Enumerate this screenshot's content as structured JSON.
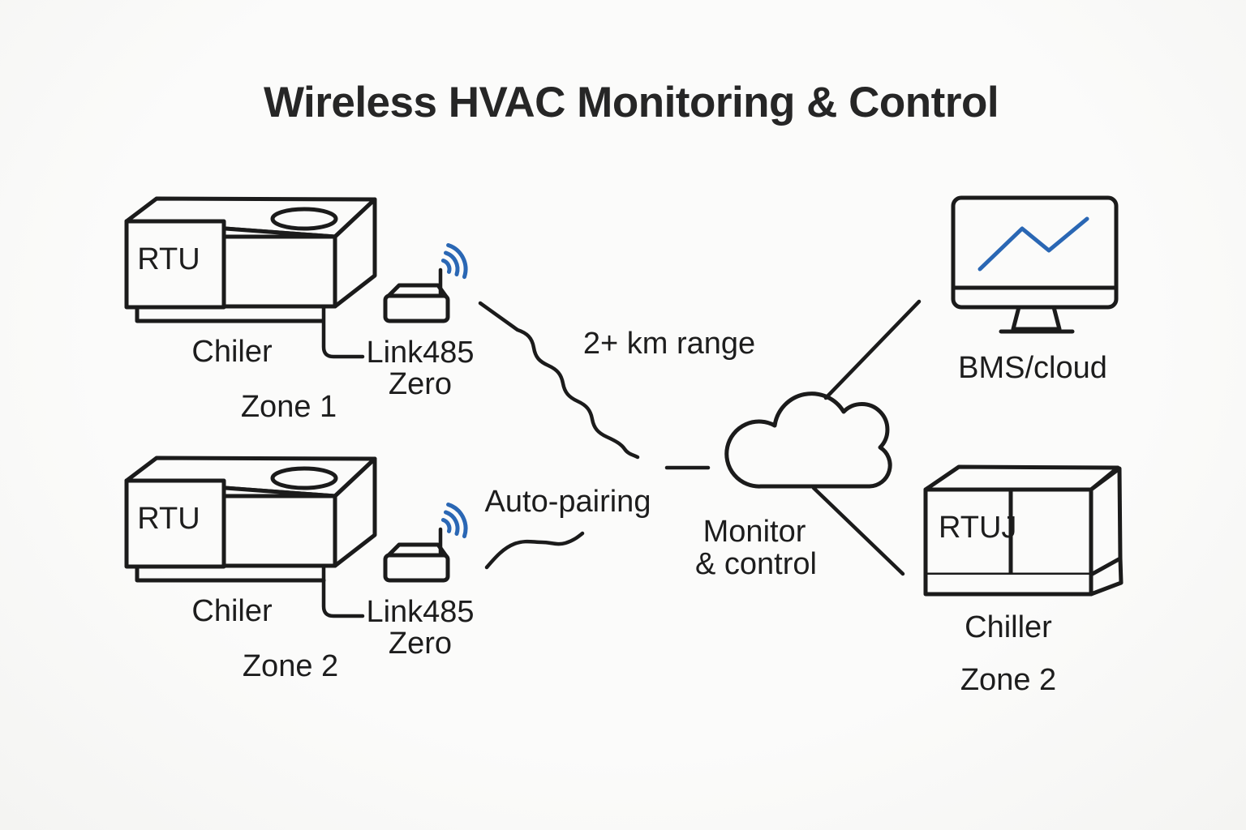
{
  "title": "Wireless HVAC Monitoring & Control",
  "colors": {
    "ink": "#1b1b1b",
    "accent_blue": "#2a67b4",
    "background": "#f9f9f7"
  },
  "icons": {
    "wifi": "wifi-arcs-icon",
    "cloud": "cloud-icon",
    "monitor": "desktop-monitor-icon",
    "chart": "line-chart-icon",
    "hvac_unit": "rooftop-unit-icon",
    "gateway": "gateway-box-icon"
  },
  "zone1": {
    "rtu_label": "RTU",
    "unit_label": "Chiler",
    "zone_label": "Zone 1",
    "device_label_line1": "Link485",
    "device_label_line2": "Zero"
  },
  "zone2": {
    "rtu_label": "RTU",
    "unit_label": "Chiler",
    "zone_label": "Zone 2",
    "device_label_line1": "Link485",
    "device_label_line2": "Zero"
  },
  "links": {
    "range_label": "2+ km range",
    "pairing_label": "Auto-pairing"
  },
  "cloud": {
    "caption_line1": "Monitor",
    "caption_line2": "& control"
  },
  "bms": {
    "label": "BMS/cloud"
  },
  "right_unit": {
    "rtu_label": "RTUJ",
    "unit_label": "Chiller",
    "zone_label": "Zone 2"
  }
}
